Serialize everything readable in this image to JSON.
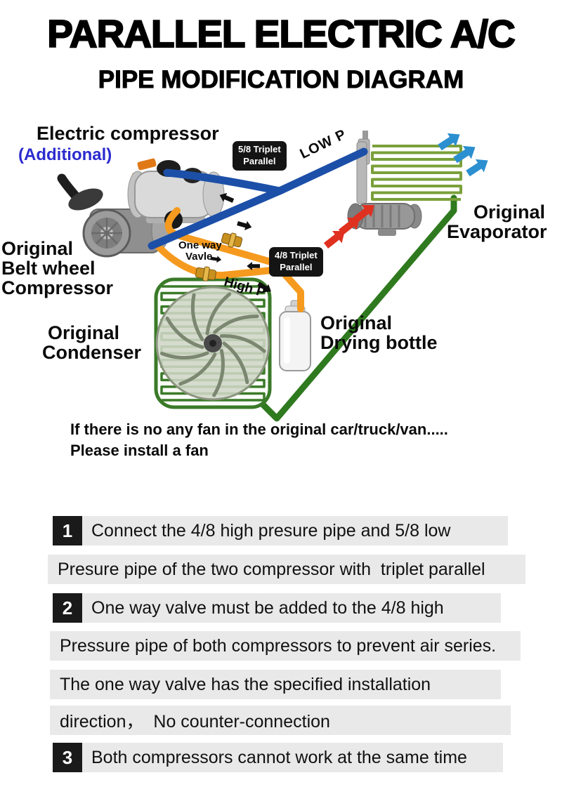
{
  "title": "PARALLEL ELECTRIC A/C",
  "subtitle": "PIPE MODIFICATION DIAGRAM",
  "diagram": {
    "electric_compressor_label": "Electric compressor",
    "additional_label": "(Additional)",
    "triplet_58_badge": [
      "5/8 Triplet",
      "Parallel"
    ],
    "low_pressure_label": "LOW P",
    "evaporator_label": [
      "Original",
      "Evaporator"
    ],
    "belt_compressor_label": [
      "Original",
      "Belt wheel",
      "Compressor"
    ],
    "one_way_valve_label": [
      "One way",
      "Vavle"
    ],
    "triplet_48_badge": [
      "4/8 Triplet",
      "Parallel"
    ],
    "high_pressure_label": "High P",
    "condenser_label": [
      "Original",
      "Condenser"
    ],
    "drying_bottle_label": [
      "Original",
      "Drying bottle"
    ],
    "colors": {
      "low_pressure_pipe": "#1c4fa8",
      "high_pressure_pipe": "#f59a1e",
      "liquid_pipe": "#2f7a1f",
      "condenser_coil": "#3a7a28",
      "evaporator_coil": "#7aa03a",
      "cold_arrow": "#2b8fd0",
      "hot_arrow": "#e03020",
      "badge_background": "#141414",
      "additional_text": "#2b2bd0"
    }
  },
  "note": [
    "If there is no any fan in the original car/truck/van.....",
    "Please install a fan"
  ],
  "instructions": [
    {
      "num": "1",
      "text": "Connect the 4/8 high presure pipe and 5/8 low"
    },
    {
      "num": "",
      "text": "Presure pipe of the two compressor with  triplet parallel"
    },
    {
      "num": "2",
      "text": "One way valve must be added to the 4/8 high"
    },
    {
      "num": "",
      "text": "Pressure pipe of both compressors to prevent air series."
    },
    {
      "num": "",
      "text": "The one way valve has the specified installation"
    },
    {
      "num": "",
      "text": "direction，  No counter-connection"
    },
    {
      "num": "3",
      "text": "Both compressors cannot work at the same time"
    }
  ]
}
